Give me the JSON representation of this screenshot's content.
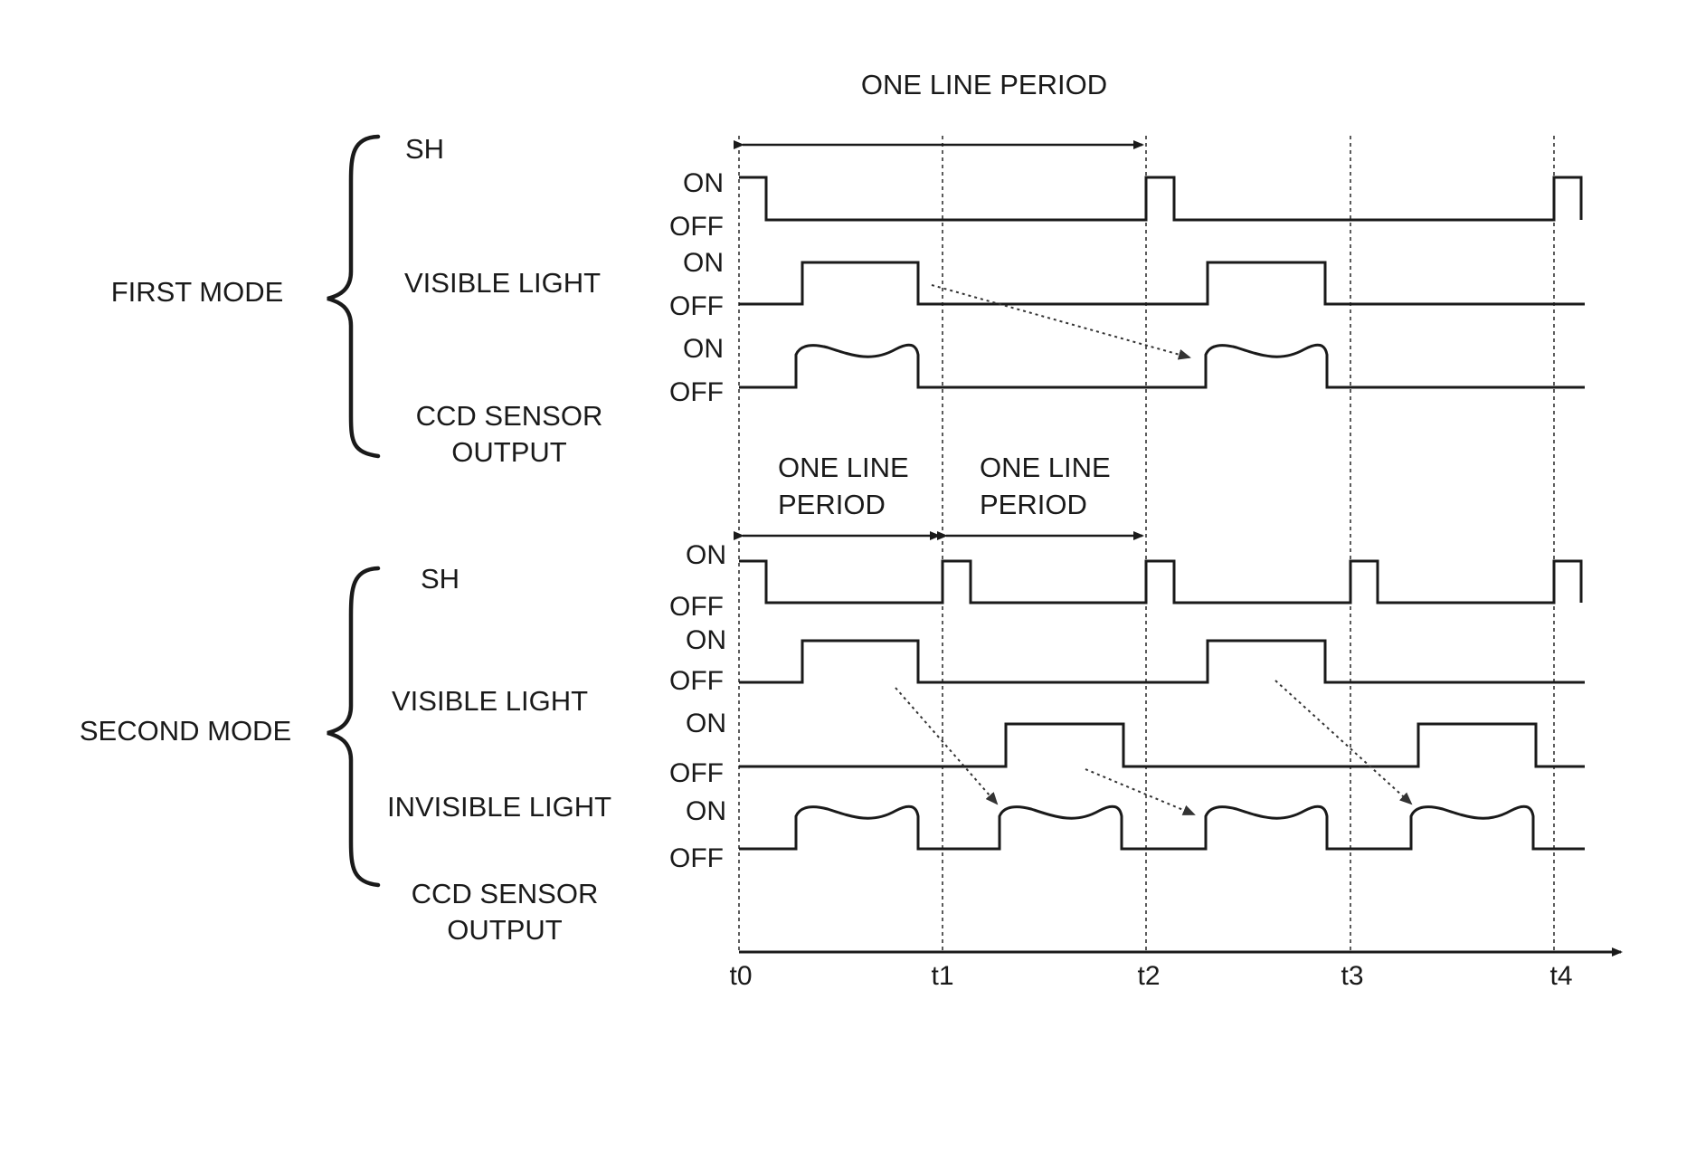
{
  "title": "ONE LINE PERIOD",
  "time_ticks": [
    "t0",
    "t1",
    "t2",
    "t3",
    "t4"
  ],
  "level_labels": {
    "on": "ON",
    "off": "OFF"
  },
  "first_mode": {
    "label": "FIRST MODE",
    "signals": {
      "sh": "SH",
      "visible": "VISIBLE LIGHT",
      "ccd_line1": "CCD SENSOR",
      "ccd_line2": "OUTPUT"
    }
  },
  "period_labels": {
    "a_line1": "ONE  LINE",
    "a_line2": "PERIOD",
    "b_line1": "ONE  LINE",
    "b_line2": "PERIOD"
  },
  "second_mode": {
    "label": "SECOND MODE",
    "signals": {
      "sh": "SH",
      "visible": "VISIBLE LIGHT",
      "invisible": "INVISIBLE LIGHT",
      "ccd_line1": "CCD SENSOR",
      "ccd_line2": "OUTPUT"
    }
  }
}
